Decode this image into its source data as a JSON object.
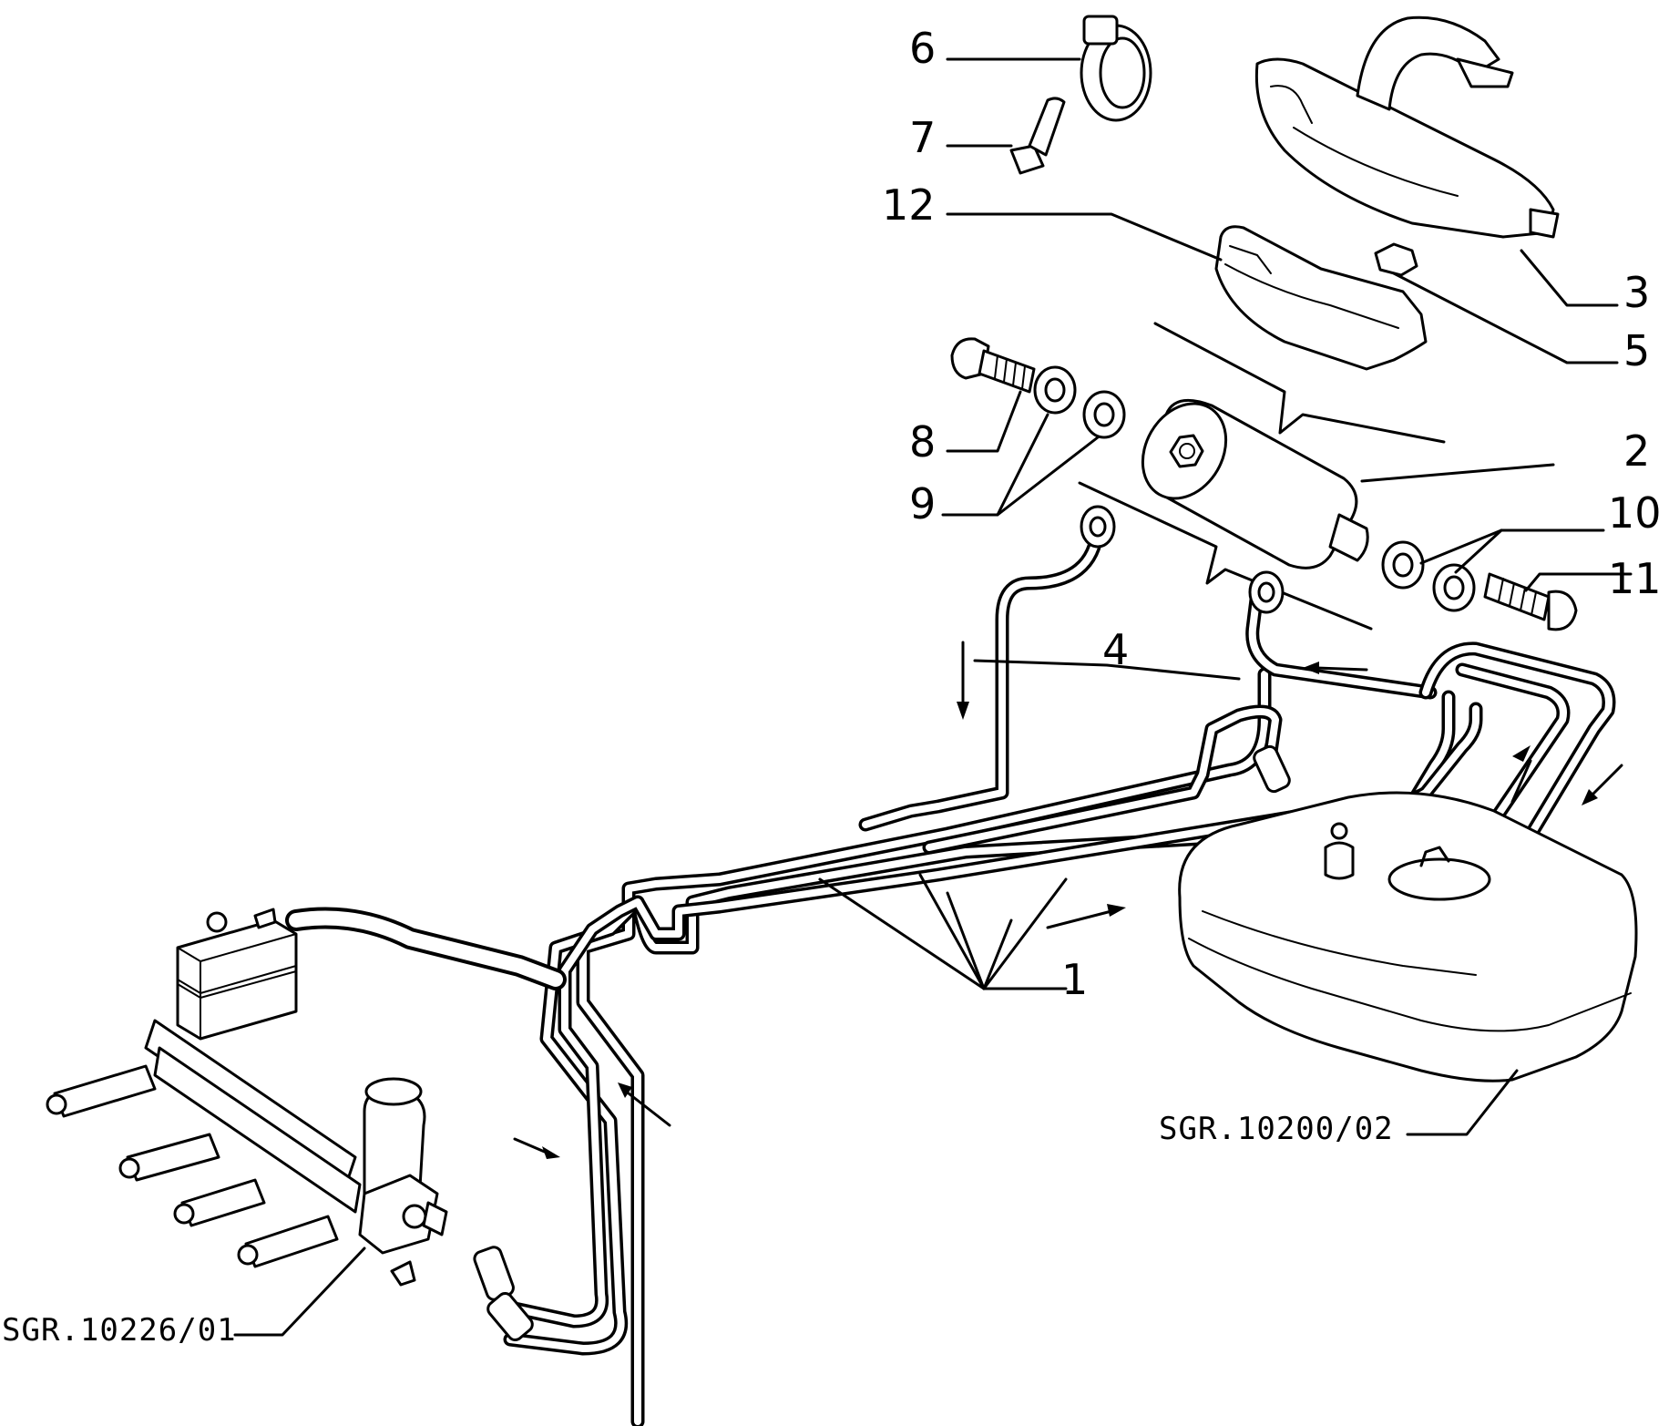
{
  "callouts": {
    "c1": "1",
    "c2": "2",
    "c3": "3",
    "c4": "4",
    "c5": "5",
    "c6": "6",
    "c7": "7",
    "c8": "8",
    "c9": "9",
    "c10": "10",
    "c11": "11",
    "c12": "12"
  },
  "references": {
    "tank": "SGR.10200/02",
    "injection": "SGR.10226/01"
  }
}
